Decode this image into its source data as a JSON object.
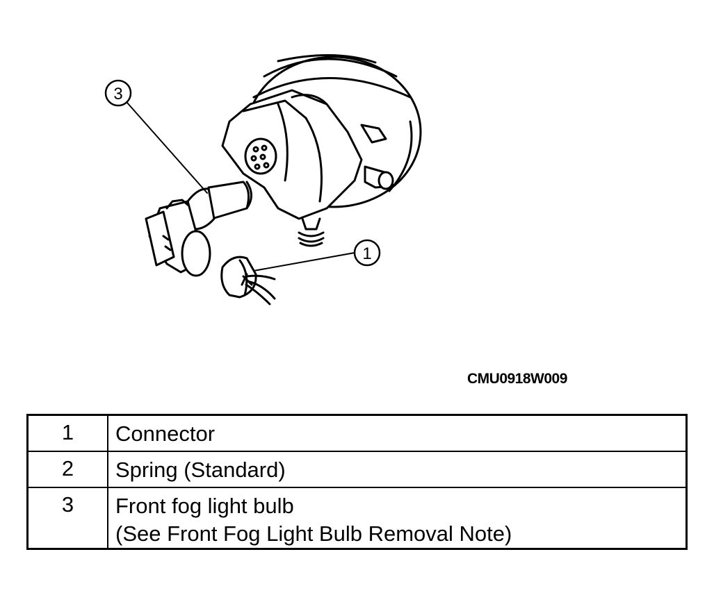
{
  "figure_code": "CMU0918W009",
  "callouts": [
    {
      "label": "1"
    },
    {
      "label": "3"
    }
  ],
  "legend": [
    {
      "num": "1",
      "desc": [
        "Connector"
      ]
    },
    {
      "num": "2",
      "desc": [
        "Spring (Standard)"
      ]
    },
    {
      "num": "3",
      "desc": [
        "Front fog light bulb",
        "(See Front Fog Light Bulb Removal Note)"
      ]
    }
  ]
}
